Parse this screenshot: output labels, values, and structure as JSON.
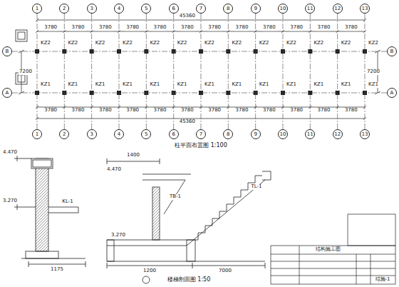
{
  "diagram": {
    "nodes": [
      {
        "text": [
          "1"
        ]
      },
      {
        "text": [
          "2"
        ]
      },
      {
        "text": [
          "3"
        ]
      },
      {
        "text": [
          "4"
        ]
      },
      {
        "text": [
          "5"
        ]
      },
      {
        "text": [
          "6"
        ]
      },
      {
        "text": [
          "7"
        ]
      },
      {
        "text": [
          "8"
        ]
      },
      {
        "text": [
          "9"
        ]
      },
      {
        "text": [
          "10"
        ]
      },
      {
        "text": [
          "11"
        ]
      },
      {
        "text": [
          "12"
        ]
      },
      {
        "text": [
          "13"
        ]
      },
      {
        "text": [
          "1"
        ]
      },
      {
        "text": [
          "2"
        ]
      },
      {
        "text": [
          "3"
        ]
      },
      {
        "text": [
          "4"
        ]
      },
      {
        "text": [
          "5"
        ]
      },
      {
        "text": [
          "6"
        ]
      },
      {
        "text": [
          "7"
        ]
      },
      {
        "text": [
          "8"
        ]
      },
      {
        "text": [
          "9"
        ]
      },
      {
        "text": [
          "10"
        ]
      },
      {
        "text": [
          "11"
        ]
      },
      {
        "text": [
          "12"
        ]
      },
      {
        "text": [
          "13"
        ]
      },
      {
        "text": [
          "B"
        ]
      },
      {
        "text": [
          "A"
        ]
      },
      {
        "text": [
          "B"
        ]
      },
      {
        "text": [
          "A"
        ]
      }
    ],
    "edges": [
      {
        "from": 0,
        "to": 13,
        "arrow": "none"
      },
      {
        "from": 1,
        "to": 14,
        "arrow": "none"
      },
      {
        "from": 2,
        "to": 15,
        "arrow": "none"
      },
      {
        "from": 3,
        "to": 16,
        "arrow": "none"
      },
      {
        "from": 4,
        "to": 17,
        "arrow": "none"
      },
      {
        "from": 5,
        "to": 18,
        "arrow": "none"
      },
      {
        "from": 6,
        "to": 19,
        "arrow": "none"
      },
      {
        "from": 7,
        "to": 20,
        "arrow": "none"
      },
      {
        "from": 8,
        "to": 21,
        "arrow": "none"
      },
      {
        "from": 9,
        "to": 22,
        "arrow": "none"
      },
      {
        "from": 10,
        "to": 23,
        "arrow": "none"
      },
      {
        "from": 11,
        "to": 24,
        "arrow": "none"
      },
      {
        "from": 12,
        "to": 25,
        "arrow": "none"
      },
      {
        "from": 26,
        "to": 28,
        "arrow": "none"
      },
      {
        "from": 27,
        "to": 29,
        "arrow": "none"
      }
    ],
    "labels": [
      "45360",
      "3780",
      "3780",
      "3780",
      "3780",
      "3780",
      "3780",
      "3780",
      "3780",
      "3780",
      "3780",
      "3780",
      "3780",
      "KZ2",
      "KZ2",
      "KZ2",
      "KZ2",
      "KZ2",
      "KZ2",
      "KZ2",
      "KZ2",
      "KZ2",
      "KZ2",
      "KZ2",
      "KZ2",
      "KZ2",
      "KZ1",
      "KZ1",
      "KZ1",
      "KZ1",
      "KZ1",
      "KZ1",
      "KZ1",
      "KZ1",
      "KZ1",
      "KZ1",
      "KZ1",
      "KZ1",
      "KZ1",
      "3780",
      "3780",
      "3780",
      "3780",
      "3780",
      "3780",
      "3780",
      "3780",
      "3780",
      "3780",
      "3780",
      "3780",
      "45360",
      "7200",
      "7200",
      "柱平面布置图 1:100",
      "4.470",
      "3.270",
      "1175",
      "KL-1",
      "4.470",
      "3.270",
      "1400",
      "7000",
      "1200",
      "楼梯剖面图 1:50",
      "TL-1",
      "TB-1",
      "结构施工图",
      "结施-1"
    ]
  }
}
